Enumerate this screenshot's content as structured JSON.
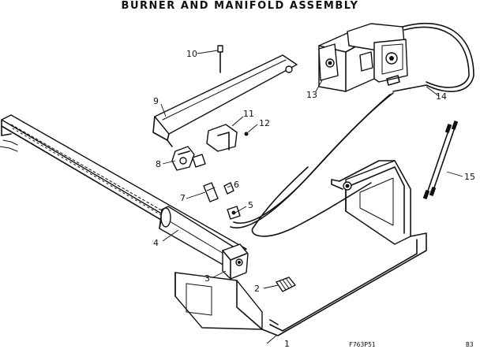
{
  "title": "BURNER AND MANIFOLD ASSEMBLY",
  "callouts": [
    "1",
    "2",
    "3",
    "4",
    "5",
    "6",
    "7",
    "8",
    "9",
    "10",
    "11",
    "12",
    "13",
    "14",
    "15"
  ],
  "drawing_code": "F763P51",
  "page_code": "B3"
}
